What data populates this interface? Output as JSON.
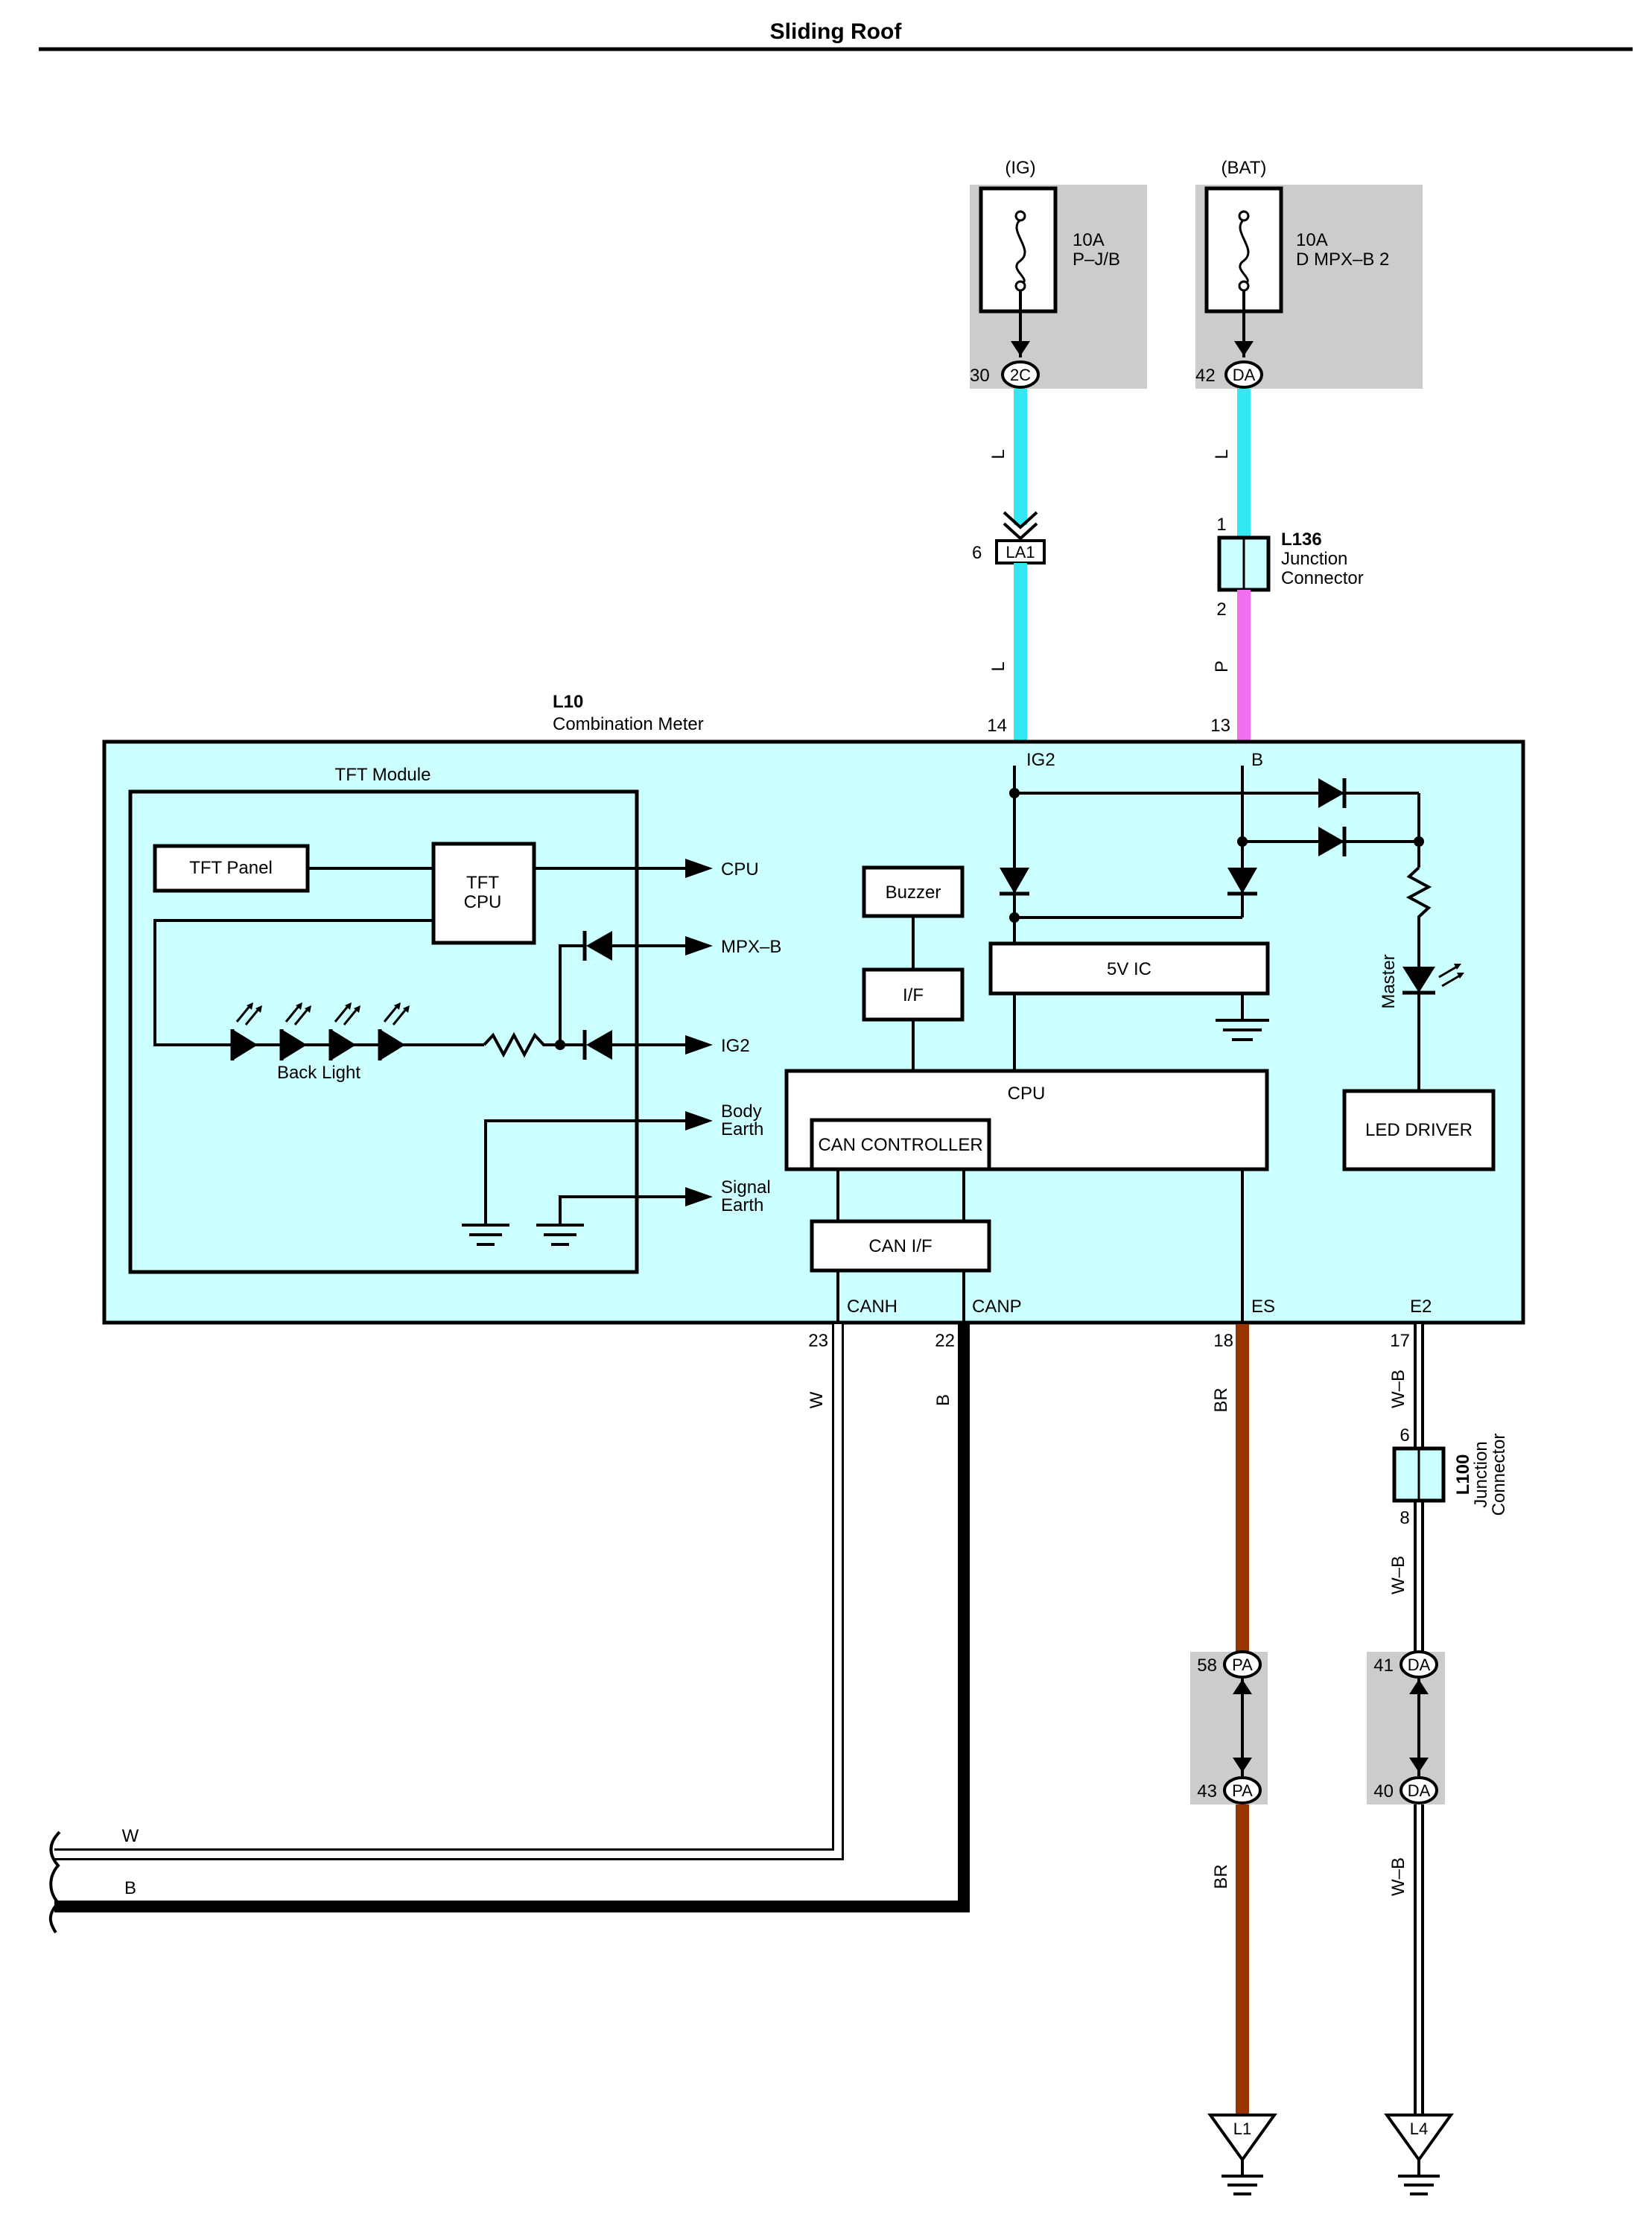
{
  "title": "Sliding Roof",
  "sources": {
    "ig": {
      "label": "(IG)",
      "fuse_amp": "10A",
      "fuse_name": "P–J/B",
      "pin": "30",
      "conn": "2C"
    },
    "bat": {
      "label": "(BAT)",
      "fuse_amp": "10A",
      "fuse_name": "D MPX–B 2",
      "pin": "42",
      "conn": "DA"
    }
  },
  "wires": {
    "ig_top_color": "L",
    "ig_bottom_color": "L",
    "bat_top_color": "L",
    "bat_bottom_color": "P",
    "canh_color": "W",
    "canp_color": "B",
    "es_top_color": "BR",
    "es_bottom_color": "BR",
    "e2_top_color": "W–B",
    "e2_mid_color": "W–B",
    "e2_bottom_color": "W–B",
    "left_w": "W",
    "left_b": "B",
    "colors": {
      "L": "#33e8f0",
      "P": "#f070f0",
      "BR": "#993300",
      "B": "#000000",
      "W": "#ffffff"
    }
  },
  "la1": {
    "pin": "6",
    "label": "LA1"
  },
  "l136": {
    "id": "L136",
    "line1": "Junction",
    "line2": "Connector",
    "pin_top": "1",
    "pin_bottom": "2"
  },
  "l100": {
    "id": "L100",
    "line1": "Junction",
    "line2": "Connector",
    "pin_top": "6",
    "pin_bottom": "8"
  },
  "meter": {
    "id": "L10",
    "name": "Combination Meter",
    "pin_ig2": "14",
    "pin_b": "13",
    "lbl_ig2": "IG2",
    "lbl_b": "B",
    "tft_module": "TFT Module",
    "tft_panel": "TFT Panel",
    "tft_cpu_1": "TFT",
    "tft_cpu_2": "CPU",
    "back_light": "Back Light",
    "sig_cpu": "CPU",
    "sig_mpxb": "MPX–B",
    "sig_ig2": "IG2",
    "body_earth_1": "Body",
    "body_earth_2": "Earth",
    "signal_earth_1": "Signal",
    "signal_earth_2": "Earth",
    "buzzer": "Buzzer",
    "if": "I/F",
    "ic5v": "5V IC",
    "cpu": "CPU",
    "can_controller": "CAN CONTROLLER",
    "can_if": "CAN I/F",
    "led_driver": "LED DRIVER",
    "master": "Master",
    "lbl_canh": "CANH",
    "lbl_canp": "CANP",
    "lbl_es": "ES",
    "lbl_e2": "E2",
    "pin_canh": "23",
    "pin_canp": "22",
    "pin_es": "18",
    "pin_e2": "17"
  },
  "pa": {
    "pin_top": "58",
    "pin_bottom": "43",
    "label": "PA"
  },
  "da": {
    "pin_top": "41",
    "pin_bottom": "40",
    "label": "DA"
  },
  "grounds": {
    "l1": "L1",
    "l4": "L4"
  },
  "box_fill": "#ccffff",
  "conn_fill": "#cccccc"
}
